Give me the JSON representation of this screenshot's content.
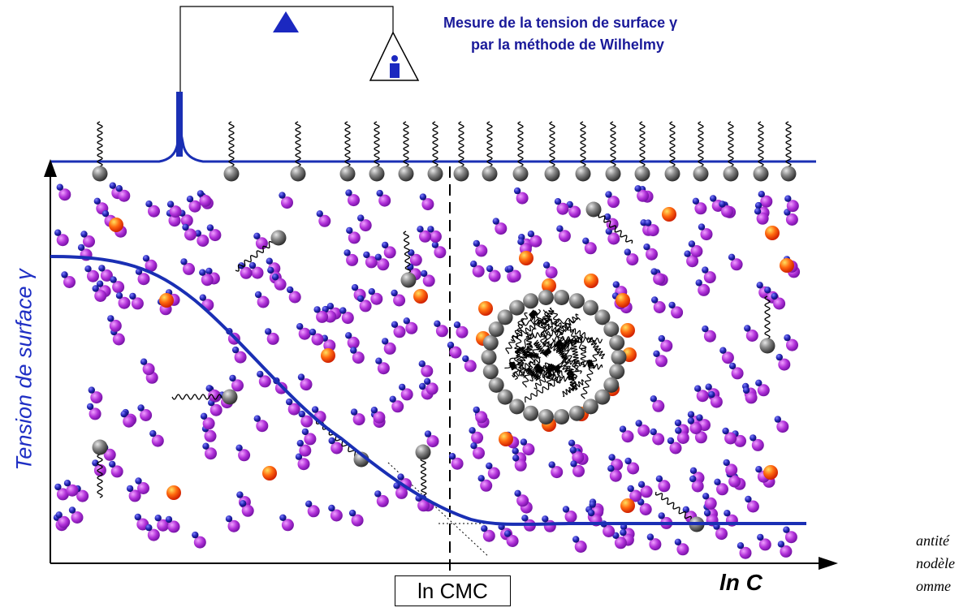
{
  "title": {
    "line1": "Mesure de la tension de surface γ",
    "line2": "par la méthode de Wilhelmy"
  },
  "axes": {
    "y_label": "Tension de surface γ",
    "x_label": "ln C",
    "cmc_label": "ln CMC"
  },
  "side_text": [
    "antité",
    "nodèle",
    "omme"
  ],
  "colors": {
    "axis": "#000000",
    "curve": "#1a2fb4",
    "surface_line": "#1a2fb4",
    "water_molecule": "#a020c8",
    "water_molecule_head": "#2a2aa0",
    "ion": "#ff5a10",
    "surfactant_head": "#707070",
    "title": "#1a1a9a"
  },
  "legend_icons": {
    "balance": "triangle-balance-icon",
    "plate": "wilhelmy-plate-icon"
  }
}
